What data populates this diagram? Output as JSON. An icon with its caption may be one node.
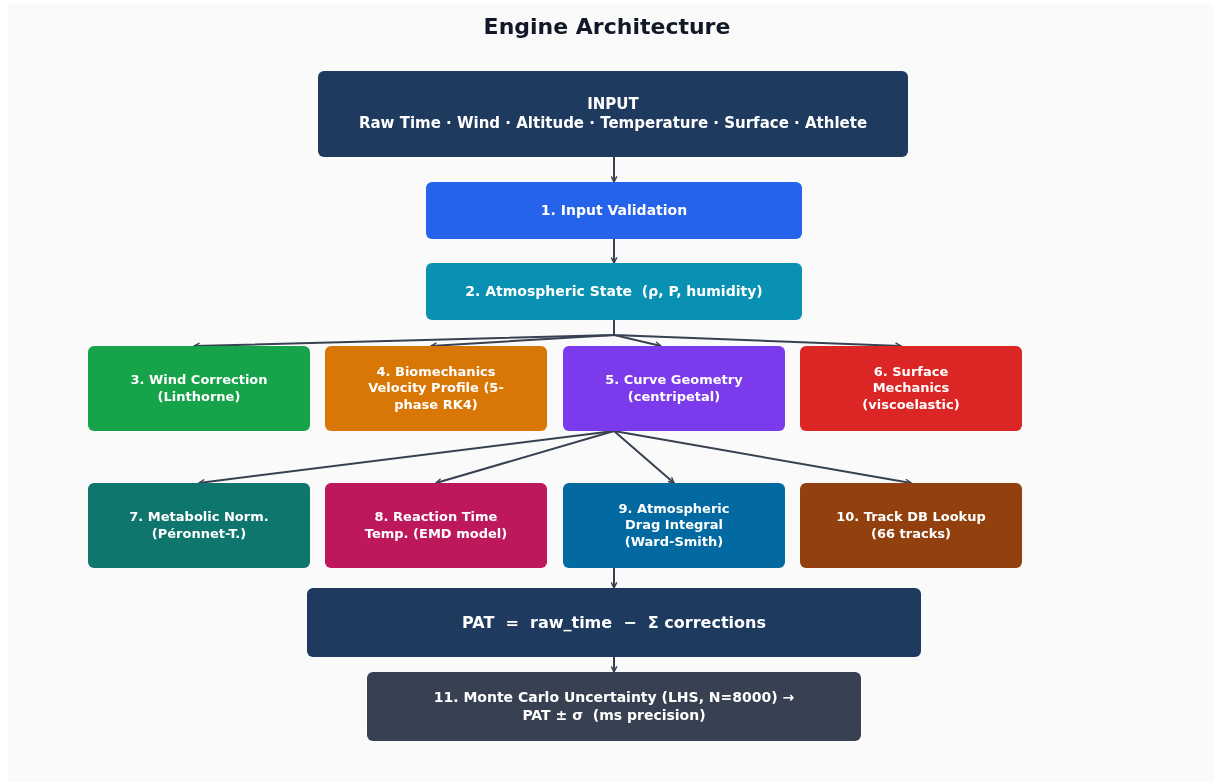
{
  "diagram": {
    "title": "Engine Architecture",
    "nodes": [
      {
        "text": [
          "INPUT",
          "Raw Time · Wind · Altitude · Temperature · Surface · Athlete"
        ]
      },
      {
        "text": [
          "1. Input Validation"
        ]
      },
      {
        "text": [
          "2. Atmospheric State  (ρ, P, humidity)"
        ]
      },
      {
        "text": [
          "3. Wind Correction (Linthorne)"
        ]
      },
      {
        "text": [
          "4. Biomechanics Velocity Profile (5-phase RK4)"
        ]
      },
      {
        "text": [
          "5. Curve Geometry (centripetal)"
        ]
      },
      {
        "text": [
          "6. Surface Mechanics (viscoelastic)"
        ]
      },
      {
        "text": [
          "7. Metabolic Norm. (Péronnet-T.)"
        ]
      },
      {
        "text": [
          "8. Reaction Time Temp. (EMD model)"
        ]
      },
      {
        "text": [
          "9. Atmospheric Drag Integral (Ward-Smith)"
        ]
      },
      {
        "text": [
          "10. Track DB Lookup (66 tracks)"
        ]
      },
      {
        "text": [
          "PAT  =  raw_time  −  Σ corrections"
        ]
      },
      {
        "text": [
          "11. Monte Carlo Uncertainty (LHS, N=8000) →  PAT ± σ  (ms precision)"
        ]
      }
    ],
    "edges": [
      {
        "from": 0,
        "to": 1,
        "arrow": "to"
      },
      {
        "from": 1,
        "to": 2,
        "arrow": "to"
      },
      {
        "from": 2,
        "to": 3,
        "arrow": "to"
      },
      {
        "from": 2,
        "to": 4,
        "arrow": "to"
      },
      {
        "from": 2,
        "to": 5,
        "arrow": "to"
      },
      {
        "from": 2,
        "to": 6,
        "arrow": "to"
      },
      {
        "from": 5,
        "to": 7,
        "arrow": "to"
      },
      {
        "from": 5,
        "to": 8,
        "arrow": "to"
      },
      {
        "from": 5,
        "to": 9,
        "arrow": "to"
      },
      {
        "from": 5,
        "to": 10,
        "arrow": "to"
      },
      {
        "from": 9,
        "to": 11,
        "arrow": "to"
      },
      {
        "from": 11,
        "to": 12,
        "arrow": "to"
      }
    ]
  }
}
